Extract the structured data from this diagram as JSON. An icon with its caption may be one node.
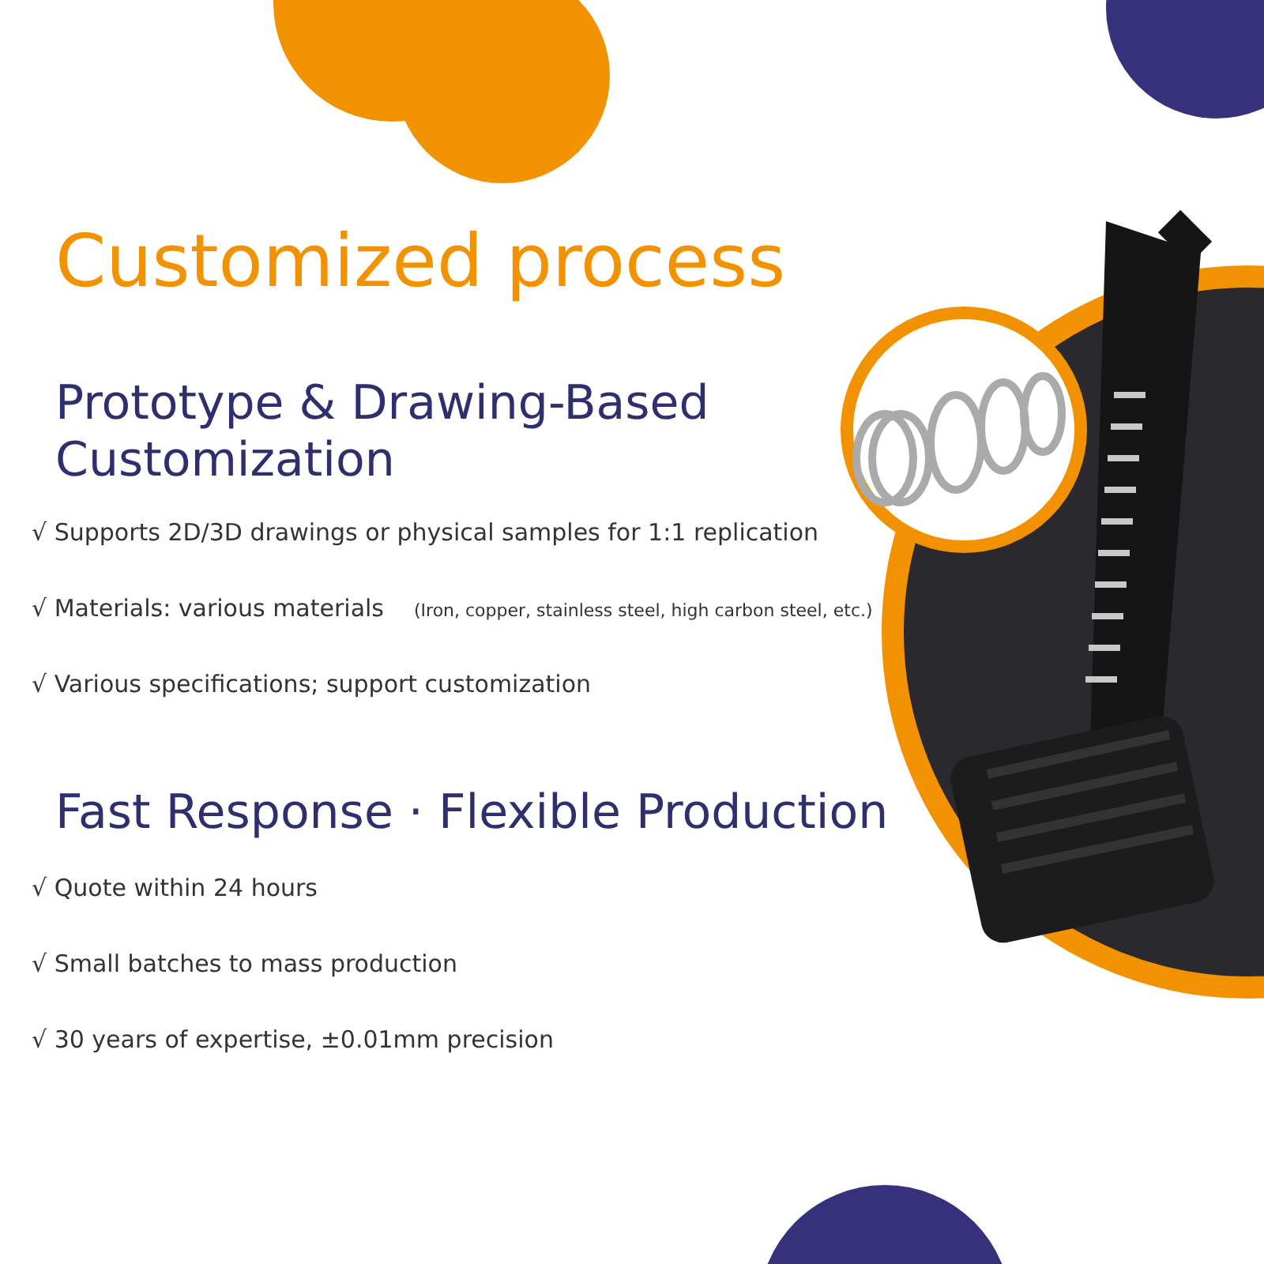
{
  "diagram": {
    "title": "Customized process",
    "labels": [
      "Prototype & Drawing-Based Customization",
      "√ Supports 2D/3D drawings or physical samples for 1:1 replication",
      "√ Materials: various materials",
      "(Iron, copper, stainless steel, high carbon steel, etc.)",
      "√ Various specifications; support customization",
      "Fast Response · Flexible Production",
      "√ Quote within 24 hours",
      "√ Small batches to mass production",
      "√ 30 years of expertise, ±0.01mm precision"
    ]
  }
}
